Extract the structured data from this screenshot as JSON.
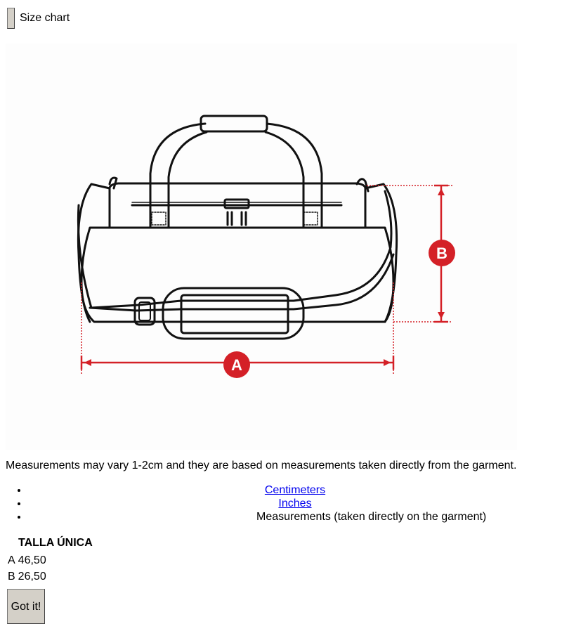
{
  "dialog": {
    "title": "Size chart",
    "close_label": ""
  },
  "diagram": {
    "label_a": "A",
    "label_b": "B",
    "accent_color": "#d42027"
  },
  "note": "Measurements may vary 1-2cm and they are based on measurements taken directly from the garment.",
  "units": {
    "centimeters": "Centimeters",
    "inches": "Inches",
    "description": "Measurements (taken directly on the garment)"
  },
  "size_table": {
    "size_name": "TALLA ÚNICA",
    "rows": [
      {
        "label": "A",
        "value": "46,50"
      },
      {
        "label": "B",
        "value": "26,50"
      }
    ]
  },
  "got_it_label": "Got it!"
}
